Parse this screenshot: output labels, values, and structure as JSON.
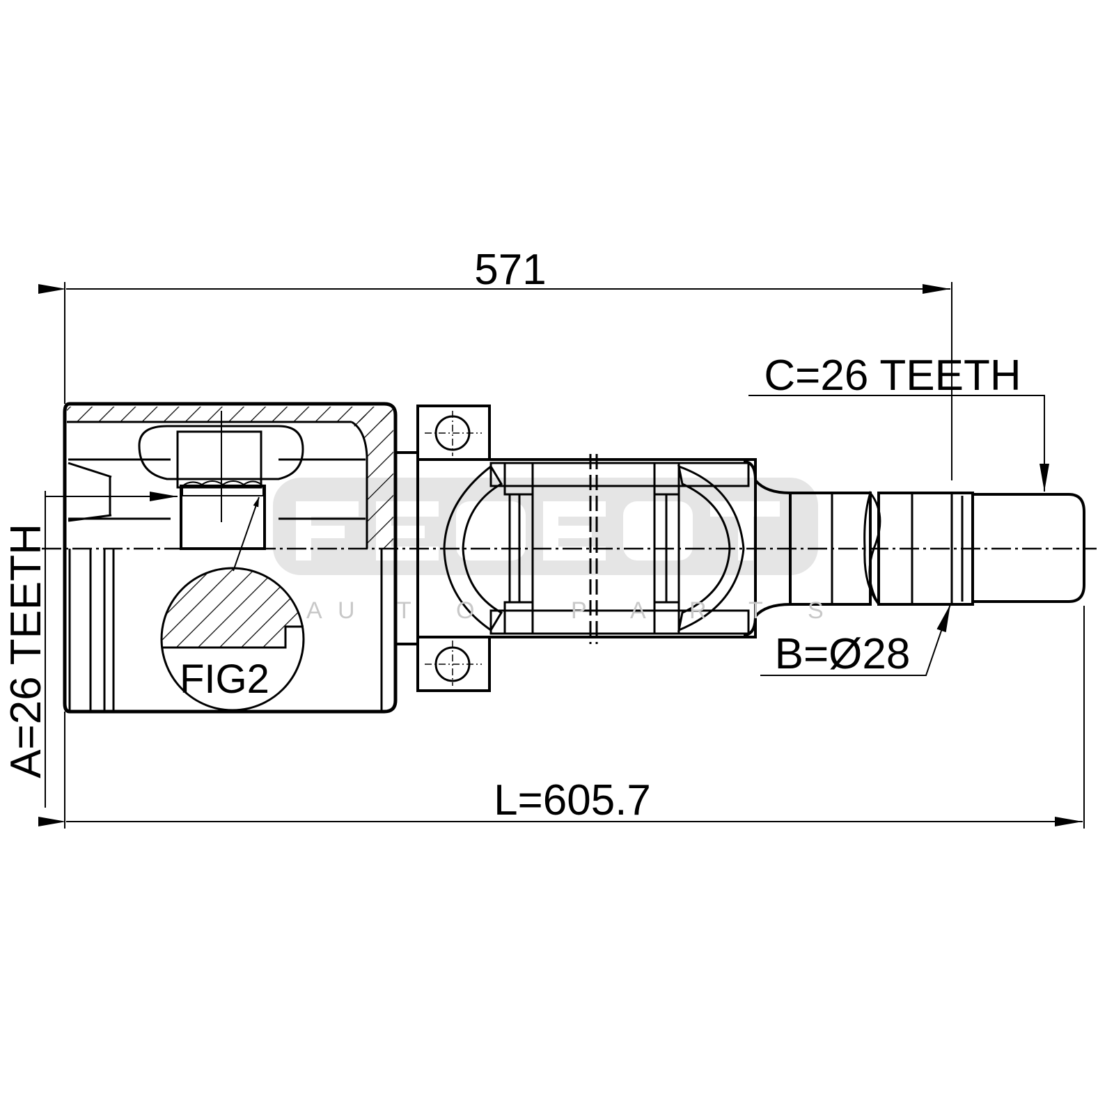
{
  "drawing": {
    "overall_length_label": "L=605.7",
    "spline_length_label": "571",
    "spline_a_label": "A=26 TEETH",
    "spline_c_label": "C=26 TEETH",
    "diameter_b_label": "B=Ø28",
    "detail_label": "FIG2"
  },
  "watermark": {
    "brand": "FEBEST",
    "tagline": "AUTO PARTS"
  }
}
